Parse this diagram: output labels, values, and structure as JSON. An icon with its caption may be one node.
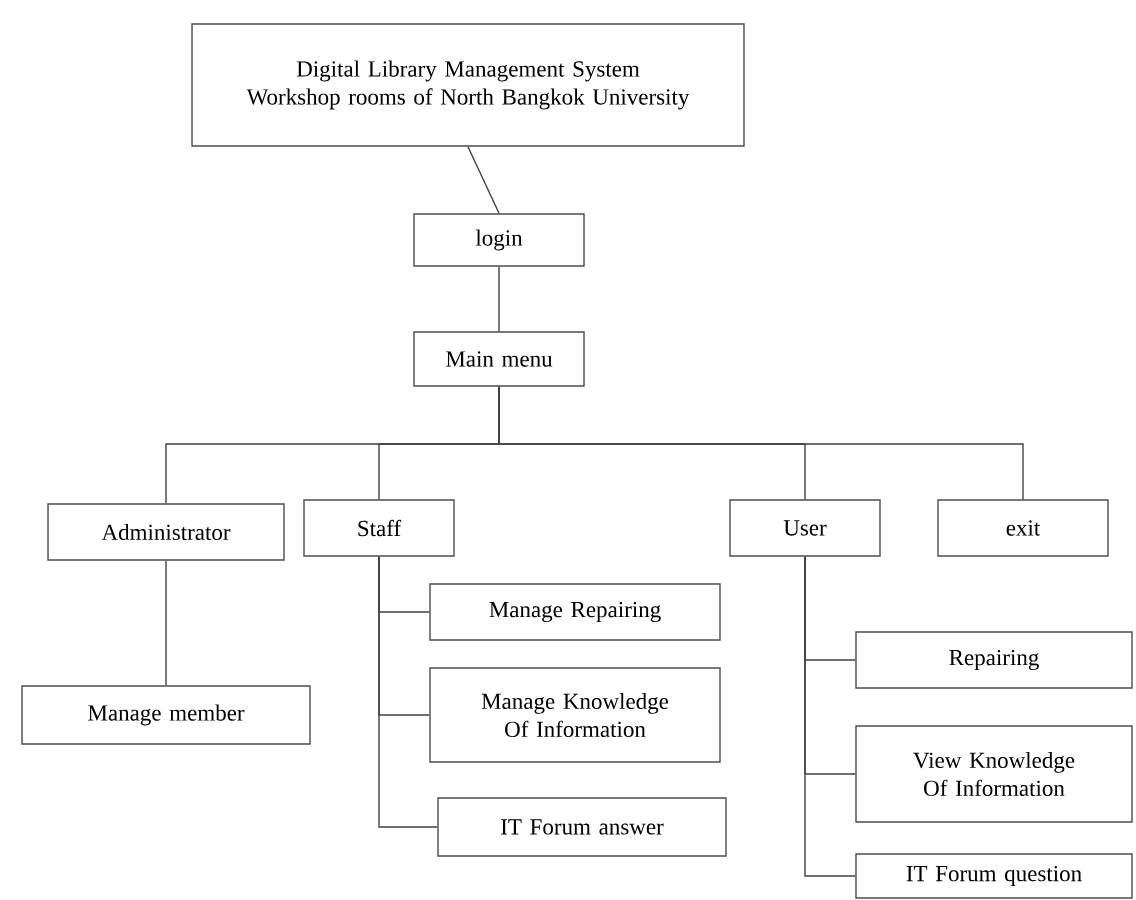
{
  "diagram": {
    "nodes": [
      {
        "text": [
          "Digital Library Management System Workshop rooms of North Bangkok University"
        ]
      },
      {
        "text": [
          "login"
        ]
      },
      {
        "text": [
          "Main menu"
        ]
      },
      {
        "text": [
          "Administrator"
        ]
      },
      {
        "text": [
          "Staff"
        ]
      },
      {
        "text": [
          "User"
        ]
      },
      {
        "text": [
          "exit"
        ]
      },
      {
        "text": [
          "Manage member"
        ]
      },
      {
        "text": [
          "Manage Repairing"
        ]
      },
      {
        "text": [
          "Manage Knowledge Of Information"
        ]
      },
      {
        "text": [
          "IT Forum answer"
        ]
      },
      {
        "text": [
          "Repairing"
        ]
      },
      {
        "text": [
          "View Knowledge Of Information"
        ]
      },
      {
        "text": [
          "IT Forum question"
        ]
      }
    ],
    "edges": [
      {
        "from": 0,
        "to": 1,
        "arrow": "none"
      },
      {
        "from": 1,
        "to": 2,
        "arrow": "none"
      },
      {
        "from": 2,
        "to": 3,
        "arrow": "none"
      },
      {
        "from": 2,
        "to": 4,
        "arrow": "none"
      },
      {
        "from": 2,
        "to": 5,
        "arrow": "none"
      },
      {
        "from": 2,
        "to": 6,
        "arrow": "none"
      },
      {
        "from": 3,
        "to": 7,
        "arrow": "none"
      },
      {
        "from": 4,
        "to": 8,
        "arrow": "none"
      },
      {
        "from": 4,
        "to": 9,
        "arrow": "none"
      },
      {
        "from": 4,
        "to": 10,
        "arrow": "none"
      },
      {
        "from": 5,
        "to": 11,
        "arrow": "none"
      },
      {
        "from": 5,
        "to": 12,
        "arrow": "none"
      },
      {
        "from": 5,
        "to": 13,
        "arrow": "none"
      }
    ]
  }
}
